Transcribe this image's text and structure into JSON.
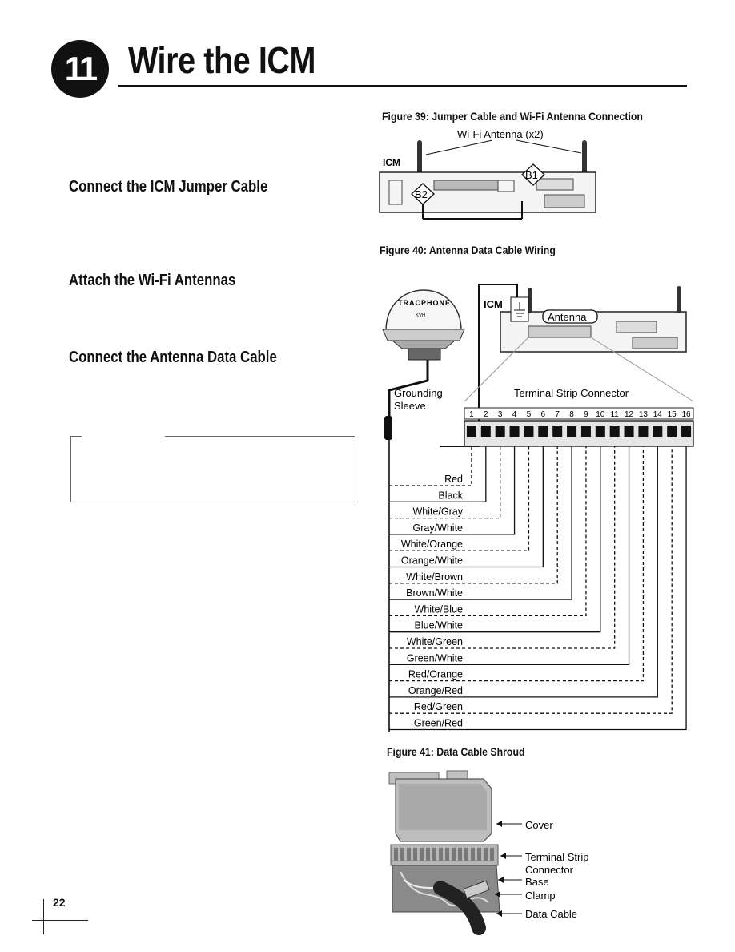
{
  "chapter": {
    "number": "11",
    "title": "Wire the ICM"
  },
  "sections": [
    {
      "heading": "Connect the ICM Jumper Cable"
    },
    {
      "heading": "Attach the Wi-Fi Antennas"
    },
    {
      "heading": "Connect the Antenna Data Cable"
    }
  ],
  "figure39": {
    "caption": "Figure 39:  Jumper Cable and Wi-Fi Antenna Connection",
    "antenna_label": "Wi-Fi Antenna (x2)",
    "icm_label": "ICM",
    "b1": "B1",
    "b2": "B2"
  },
  "figure40": {
    "caption": "Figure 40:  Antenna Data Cable Wiring",
    "icm_label": "ICM",
    "antenna_label": "Antenna",
    "dome_brand": "TRACPHONE",
    "dome_sub": "KVH",
    "grounding_label_1": "Grounding",
    "grounding_label_2": "Sleeve",
    "strip_label": "Terminal Strip Connector",
    "pins": [
      "1",
      "2",
      "3",
      "4",
      "5",
      "6",
      "7",
      "8",
      "9",
      "10",
      "11",
      "12",
      "13",
      "14",
      "15",
      "16"
    ],
    "wires": [
      "Red",
      "Black",
      "White/Gray",
      "Gray/White",
      "White/Orange",
      "Orange/White",
      "White/Brown",
      "Brown/White",
      "White/Blue",
      "Blue/White",
      "White/Green",
      "Green/White",
      "Red/Orange",
      "Orange/Red",
      "Red/Green",
      "Green/Red"
    ]
  },
  "figure41": {
    "caption": "Figure 41:  Data Cable Shroud",
    "callouts": [
      "Cover",
      "Terminal Strip",
      "Connector",
      "Base",
      "Clamp",
      "Data Cable"
    ]
  },
  "page_number": "22"
}
